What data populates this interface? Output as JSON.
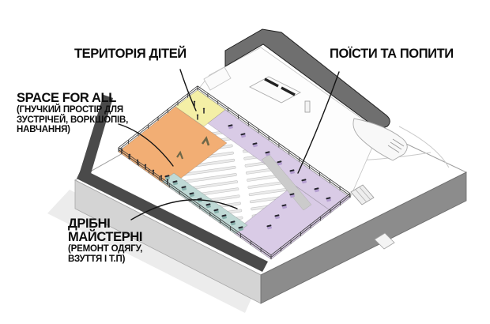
{
  "colors": {
    "background": "#FFFFFF",
    "roof_canopy": "#6F6F6F",
    "street_band": "#4A4A4A",
    "platform_side_right": "#8C8C8C",
    "platform_side_left": "#D4D4D4",
    "railing": "#3C3C3C",
    "leader_line": "#141414",
    "label_text": "#0D0D0D"
  },
  "labels": {
    "children_territory": {
      "title": "ТЕРИТОРІЯ ДІТЕЙ"
    },
    "eat_and_drink": {
      "title": "ПОЇСТИ ТА ПОПИТИ"
    },
    "space_for_all": {
      "title": "SPACE FOR ALL",
      "subtitle_lines": [
        "(ГНУЧКИЙ ПРОСТІР ДЛЯ",
        "ЗУСТРІЧЕЙ, ВОРКШОПІВ,",
        "НАВЧАННЯ)"
      ]
    },
    "small_workshops": {
      "title_lines": [
        "ДРІБНІ",
        "МАЙСТЕРНІ"
      ],
      "subtitle_lines": [
        "(РЕМОНТ ОДЯГУ,",
        "ВЗУТТЯ І Т.П)"
      ]
    }
  },
  "zones": {
    "children_territory": {
      "label": "ТЕРИТОРІЯ ДІТЕЙ",
      "color": "#F4EFA6",
      "accent": "#C9C07A"
    },
    "eat_and_drink": {
      "label": "ПОЇСТИ ТА ПОПИТИ",
      "color": "#D9CBE6",
      "accent": "#B49ED0"
    },
    "space_for_all": {
      "label": "SPACE FOR ALL",
      "color": "#F2AE74",
      "accent": "#6E6748"
    },
    "small_workshops": {
      "label": "ДРІБНІ МАЙСТЕРНІ",
      "color": "#BFD9D5",
      "accent": "#86AEA9"
    }
  }
}
